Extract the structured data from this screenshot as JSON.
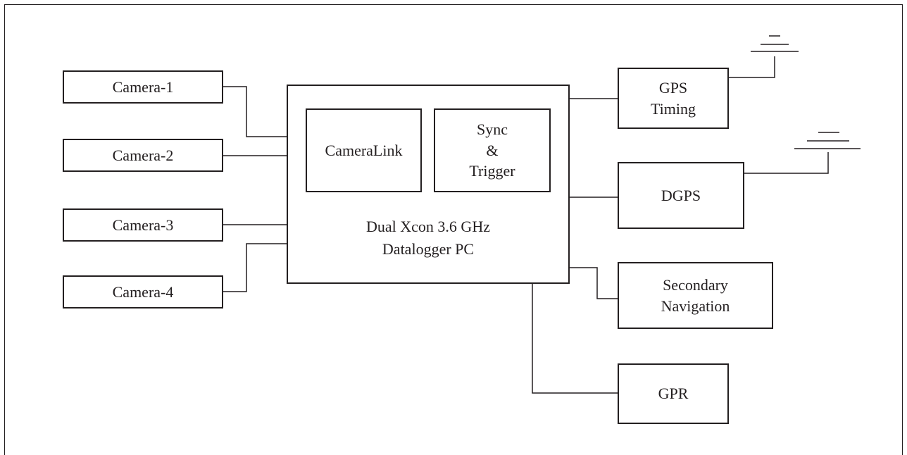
{
  "diagram": {
    "cameras": [
      "Camera-1",
      "Camera-2",
      "Camera-3",
      "Camera-4"
    ],
    "pc": {
      "cameralink": "CameraLink",
      "sync_trigger": "Sync\n&\nTrigger",
      "label": "Dual Xcon 3.6 GHz\nDatalogger PC"
    },
    "gps_timing": "GPS\nTiming",
    "dgps": "DGPS",
    "secondary_navigation": "Secondary\nNavigation",
    "gpr": "GPR"
  }
}
